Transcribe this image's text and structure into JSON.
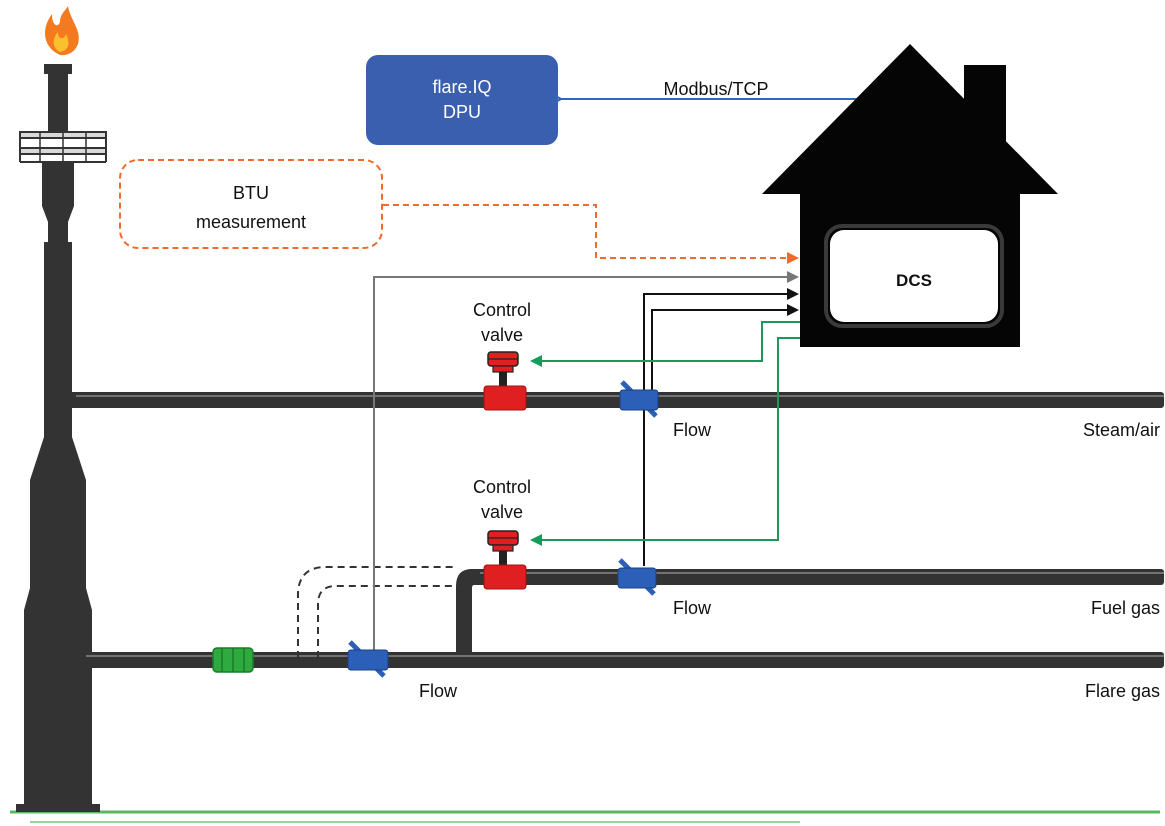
{
  "dpu": {
    "line1": "flare.IQ",
    "line2": "DPU"
  },
  "link": {
    "label": "Modbus/TCP"
  },
  "btu": {
    "line1": "BTU",
    "line2": "measurement"
  },
  "dcs": {
    "label": "DCS"
  },
  "steam_valve": {
    "line1": "Control",
    "line2": "valve"
  },
  "fuel_valve": {
    "line1": "Control",
    "line2": "valve"
  },
  "flow_labels": {
    "steam": "Flow",
    "fuel": "Flow",
    "flare": "Flow"
  },
  "lines": {
    "steam": "Steam/air",
    "fuel": "Fuel gas",
    "flare": "Flare gas"
  },
  "colors": {
    "pipe": "#333333",
    "pipe_dark": "#262626",
    "dpu_box": "#3a5fae",
    "modbus_arrow": "#3366bb",
    "btu_dashed": "#ee6a2d",
    "control_signal": "#1a9a5a",
    "flow_signal": "#111111",
    "flare_flow_signal": "#777777",
    "valve": "#e02020",
    "flowmeter": "#2b5fb8",
    "analyzer": "#2eaa3f",
    "ground": "#5cb85c",
    "house": "#050505"
  },
  "icons": {
    "flame": "flame-icon",
    "house": "control-room-house-icon",
    "valve": "control-valve-icon",
    "flowmeter": "flowmeter-icon",
    "analyzer": "btu-analyzer-icon"
  }
}
